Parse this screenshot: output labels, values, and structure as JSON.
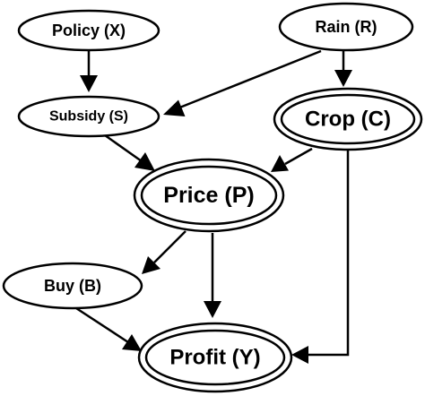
{
  "diagram": {
    "nodes": {
      "policy": "Policy (X)",
      "rain": "Rain (R)",
      "subsidy": "Subsidy (S)",
      "crop": "Crop (C)",
      "price": "Price (P)",
      "buy": "Buy (B)",
      "profit": "Profit (Y)"
    },
    "edges": [
      {
        "from": "Policy (X)",
        "to": "Subsidy (S)"
      },
      {
        "from": "Rain (R)",
        "to": "Subsidy (S)"
      },
      {
        "from": "Rain (R)",
        "to": "Crop (C)"
      },
      {
        "from": "Subsidy (S)",
        "to": "Price (P)"
      },
      {
        "from": "Crop (C)",
        "to": "Price (P)"
      },
      {
        "from": "Crop (C)",
        "to": "Profit (Y)"
      },
      {
        "from": "Price (P)",
        "to": "Buy (B)"
      },
      {
        "from": "Price (P)",
        "to": "Profit (Y)"
      },
      {
        "from": "Buy (B)",
        "to": "Profit (Y)"
      }
    ],
    "colors": {
      "stroke": "#000000",
      "fill": "#ffffff",
      "background": "#ffffff"
    }
  }
}
